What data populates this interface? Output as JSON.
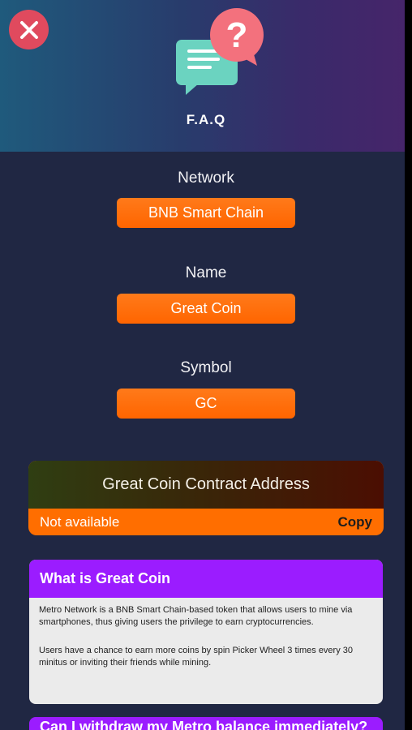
{
  "header": {
    "title": "F.A.Q"
  },
  "icons": {
    "close": "close-icon",
    "faq": "faq-chat-question-icon"
  },
  "colors": {
    "accent_orange": "#ff6e00",
    "purple": "#9b1cff",
    "close_red": "#e04a5e",
    "background": "#202743"
  },
  "fields": [
    {
      "label": "Network",
      "value": "BNB Smart Chain"
    },
    {
      "label": "Name",
      "value": "Great Coin"
    },
    {
      "label": "Symbol",
      "value": "GC"
    }
  ],
  "contract": {
    "title": "Great Coin Contract Address",
    "value": "Not available",
    "copy_label": "Copy"
  },
  "faq_items": [
    {
      "question": "What is Great Coin",
      "paragraphs": [
        "Metro Network is a BNB Smart Chain-based token that allows users to mine via smartphones, thus giving users the privilege to earn cryptocurrencies.",
        "Users have a chance to earn more coins by spin Picker Wheel 3 times every 30 minitus or inviting their friends while mining."
      ]
    },
    {
      "question": "Can I withdraw my Metro balance immediately?"
    }
  ]
}
